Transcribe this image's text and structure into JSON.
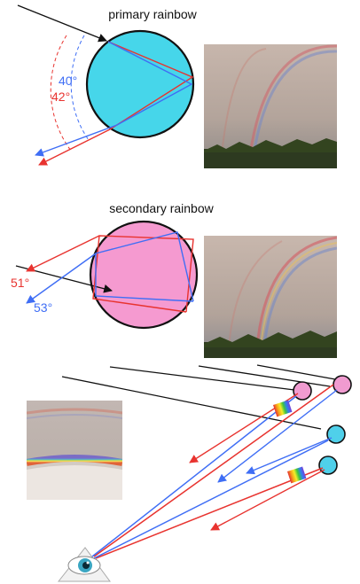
{
  "figure": {
    "primary": {
      "title": "primary rainbow",
      "label_blue": "40°",
      "label_red": "42°"
    },
    "secondary": {
      "title": "secondary rainbow",
      "label_red": "51°",
      "label_blue": "53°"
    }
  },
  "colors": {
    "red_ray": "#e8332f",
    "blue_ray": "#3f6ef5",
    "incoming_ray": "#111111",
    "primary_drop_fill": "#46d6ea",
    "secondary_drop_fill": "#f59ad0",
    "small_drop_fill": "#4fd0ea",
    "small_drop_pink": "#f09bd0",
    "sky_photo": "#b9a9a0",
    "treeline": "#2d3a20"
  },
  "icons": [
    "eye-icon",
    "spectrum-icon"
  ]
}
